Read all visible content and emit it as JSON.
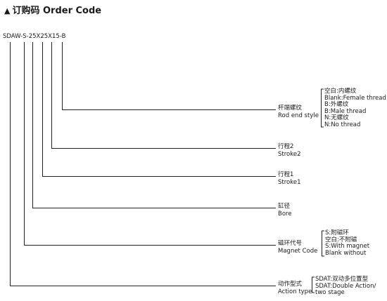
{
  "title": {
    "marker": "▲",
    "text": "订购码 Order Code"
  },
  "model_code": "SDAW-S-25X25X15-B",
  "items": [
    {
      "id": "rod-end",
      "label_cn": "杆端螺纹",
      "label_en": "Rod end style",
      "options": [
        "空白:内螺纹",
        "Blank:Female thread",
        "B:外螺纹",
        "B:Male thread",
        "N:无螺纹",
        "N:No thread"
      ]
    },
    {
      "id": "stroke2",
      "label_cn": "行程2",
      "label_en": "Stroke2",
      "options": []
    },
    {
      "id": "stroke1",
      "label_cn": "行程1",
      "label_en": "Stroke1",
      "options": []
    },
    {
      "id": "bore",
      "label_cn": "缸径",
      "label_en": "Bore",
      "options": []
    },
    {
      "id": "magnet",
      "label_cn": "磁环代号",
      "label_en": "Magnet Code",
      "options": [
        "S:附磁环",
        "空白:不附磁",
        "S:With magnet",
        "Blank without"
      ]
    },
    {
      "id": "action",
      "label_cn": "动作型式",
      "label_en": "Action type",
      "options": [
        "SDAT:双动多位置型",
        "SDAT:Double Action/",
        "two stage"
      ]
    }
  ]
}
